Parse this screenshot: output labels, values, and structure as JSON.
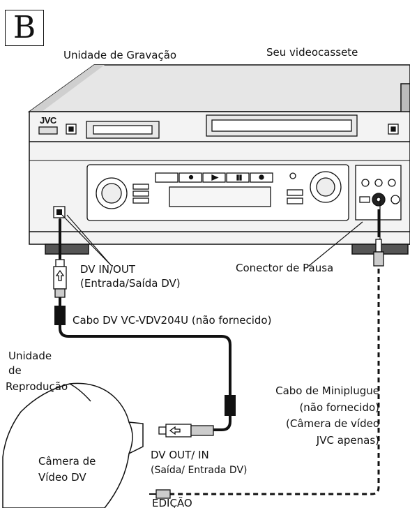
{
  "section_letter": "B",
  "labels": {
    "recording_unit": "Unidade de Gravação",
    "your_vcr": "Seu videocassete",
    "vcr_brand": "JVC",
    "dv_inout_1": "DV IN/OUT",
    "dv_inout_2": "(Entrada/Saída DV)",
    "pause_connector": "Conector de Pausa",
    "dv_cable": "Cabo DV VC-VDV204U (não fornecido)",
    "playback_unit_1": "Unidade",
    "playback_unit_2": "de",
    "playback_unit_3": "Reprodução",
    "miniplug_1": "Cabo de Miniplugue",
    "miniplug_2": "(não fornecido)",
    "miniplug_3": "(Câmera de vídeo",
    "miniplug_4": "JVC apenas)",
    "camera_1": "Câmera de",
    "camera_2": "Vídeo DV",
    "dv_outin_1": "DV OUT/ IN",
    "dv_outin_2": "(Saída/ Entrada DV)",
    "edit": "EDIÇÃO"
  }
}
